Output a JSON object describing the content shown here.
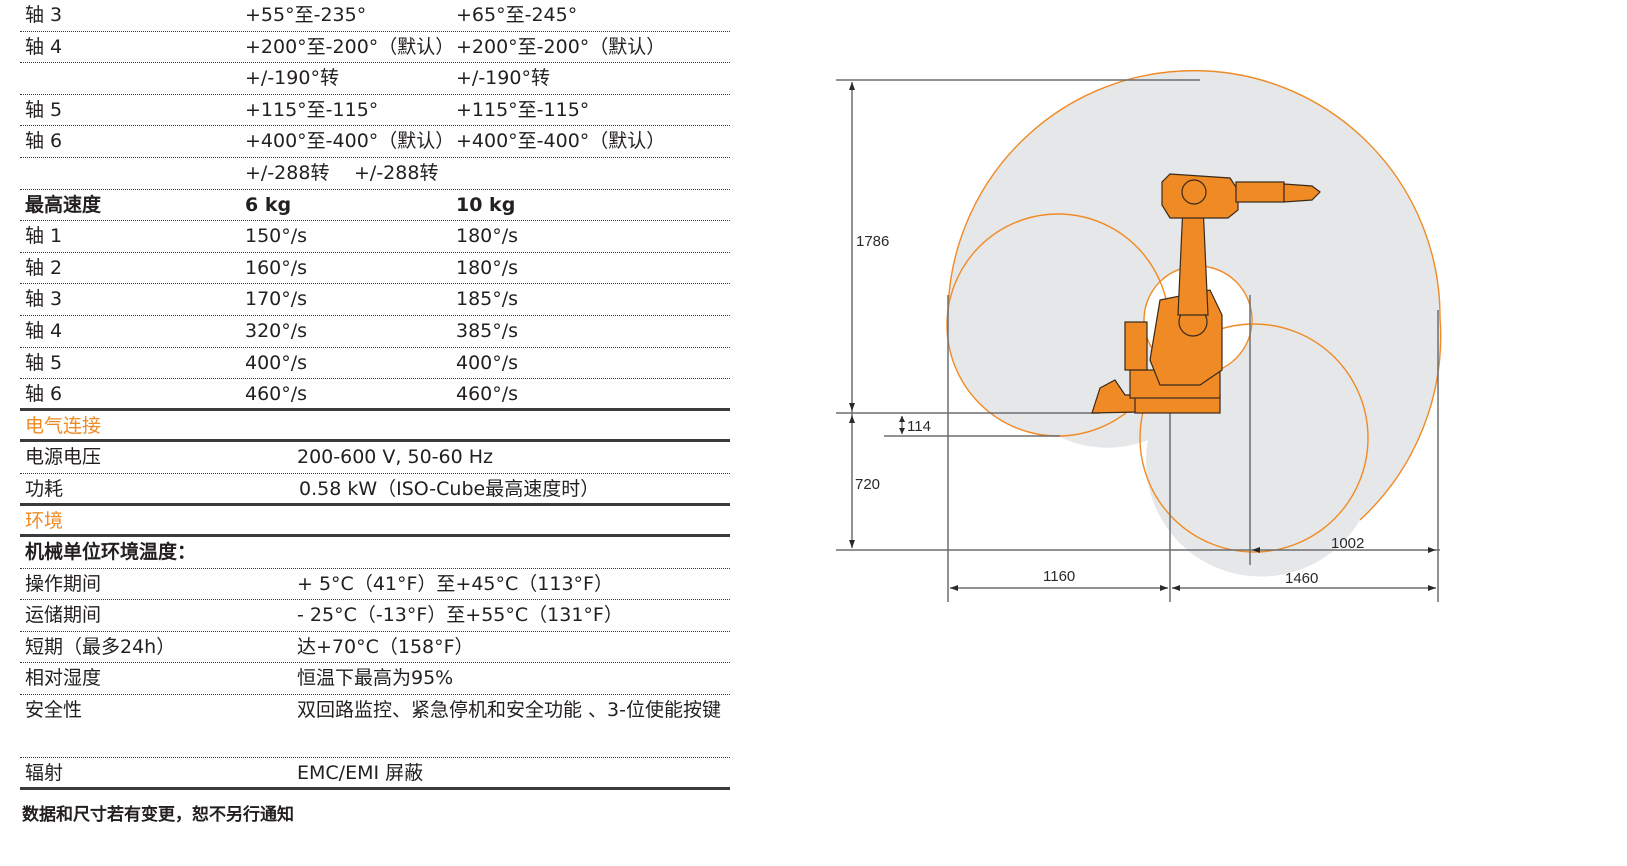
{
  "rotation_table": {
    "rows": [
      {
        "label": "轴 3",
        "v6": "+55°至-235°",
        "v10": "+65°至-245°"
      },
      {
        "label": "轴 4",
        "v6": "+200°至-200°（默认）",
        "v10": "+200°至-200°（默认）"
      },
      {
        "label": "",
        "v6": "+/-190°转",
        "v10": "+/-190°转"
      },
      {
        "label": "轴 5",
        "v6": "+115°至-115°",
        "v10": "+115°至-115°"
      },
      {
        "label": "轴 6",
        "v6": "+400°至-400°（默认）",
        "v10": "+400°至-400°（默认）"
      },
      {
        "label": "",
        "v6": "+/-288转",
        "v10": "+/-288转"
      }
    ]
  },
  "max_speed": {
    "header": {
      "label": "最高速度",
      "v6": "6 kg",
      "v10": "10 kg"
    },
    "rows": [
      {
        "label": "轴 1",
        "v6": "150°/s",
        "v10": "180°/s"
      },
      {
        "label": "轴 2",
        "v6": "160°/s",
        "v10": "180°/s"
      },
      {
        "label": "轴 3",
        "v6": "170°/s",
        "v10": "185°/s"
      },
      {
        "label": "轴 4",
        "v6": "320°/s",
        "v10": "385°/s"
      },
      {
        "label": "轴 5",
        "v6": "400°/s",
        "v10": "400°/s"
      },
      {
        "label": "轴 6",
        "v6": "460°/s",
        "v10": "460°/s"
      }
    ]
  },
  "electrical": {
    "title": "电气连接",
    "rows": [
      {
        "label": "电源电压",
        "value": "200-600 V, 50-60 Hz"
      },
      {
        "label": "功耗",
        "value": "0.58 kW（ISO-Cube最高速度时）"
      }
    ]
  },
  "environment": {
    "title": "环境",
    "subheader": "机械单位环境温度：",
    "rows": [
      {
        "label": "操作期间",
        "value": "+ 5°C（41°F）至+45°C（113°F）"
      },
      {
        "label": "运储期间",
        "value": "- 25°C（-13°F）至+55°C（131°F）"
      },
      {
        "label": "短期（最多24h）",
        "value": "达+70°C（158°F）"
      },
      {
        "label": "相对湿度",
        "value": "恒温下最高为95%"
      },
      {
        "label": "安全性",
        "value": "双回路监控、紧急停机和安全功能 、3-位使能按键"
      },
      {
        "label": "辐射",
        "value": "EMC/EMI 屏蔽"
      }
    ]
  },
  "footnote": "数据和尺寸若有变更，恕不另行通知",
  "diagram": {
    "dimensions": {
      "height_upper": "1786",
      "base_offset": "114",
      "height_lower": "720",
      "reach_left": "1160",
      "reach_right": "1460",
      "reach_inner": "1002"
    },
    "colors": {
      "accent": "#f08a24",
      "envelope_fill": "#e6e7e8",
      "robot": "#f08a24",
      "line": "#6d6e71"
    }
  }
}
